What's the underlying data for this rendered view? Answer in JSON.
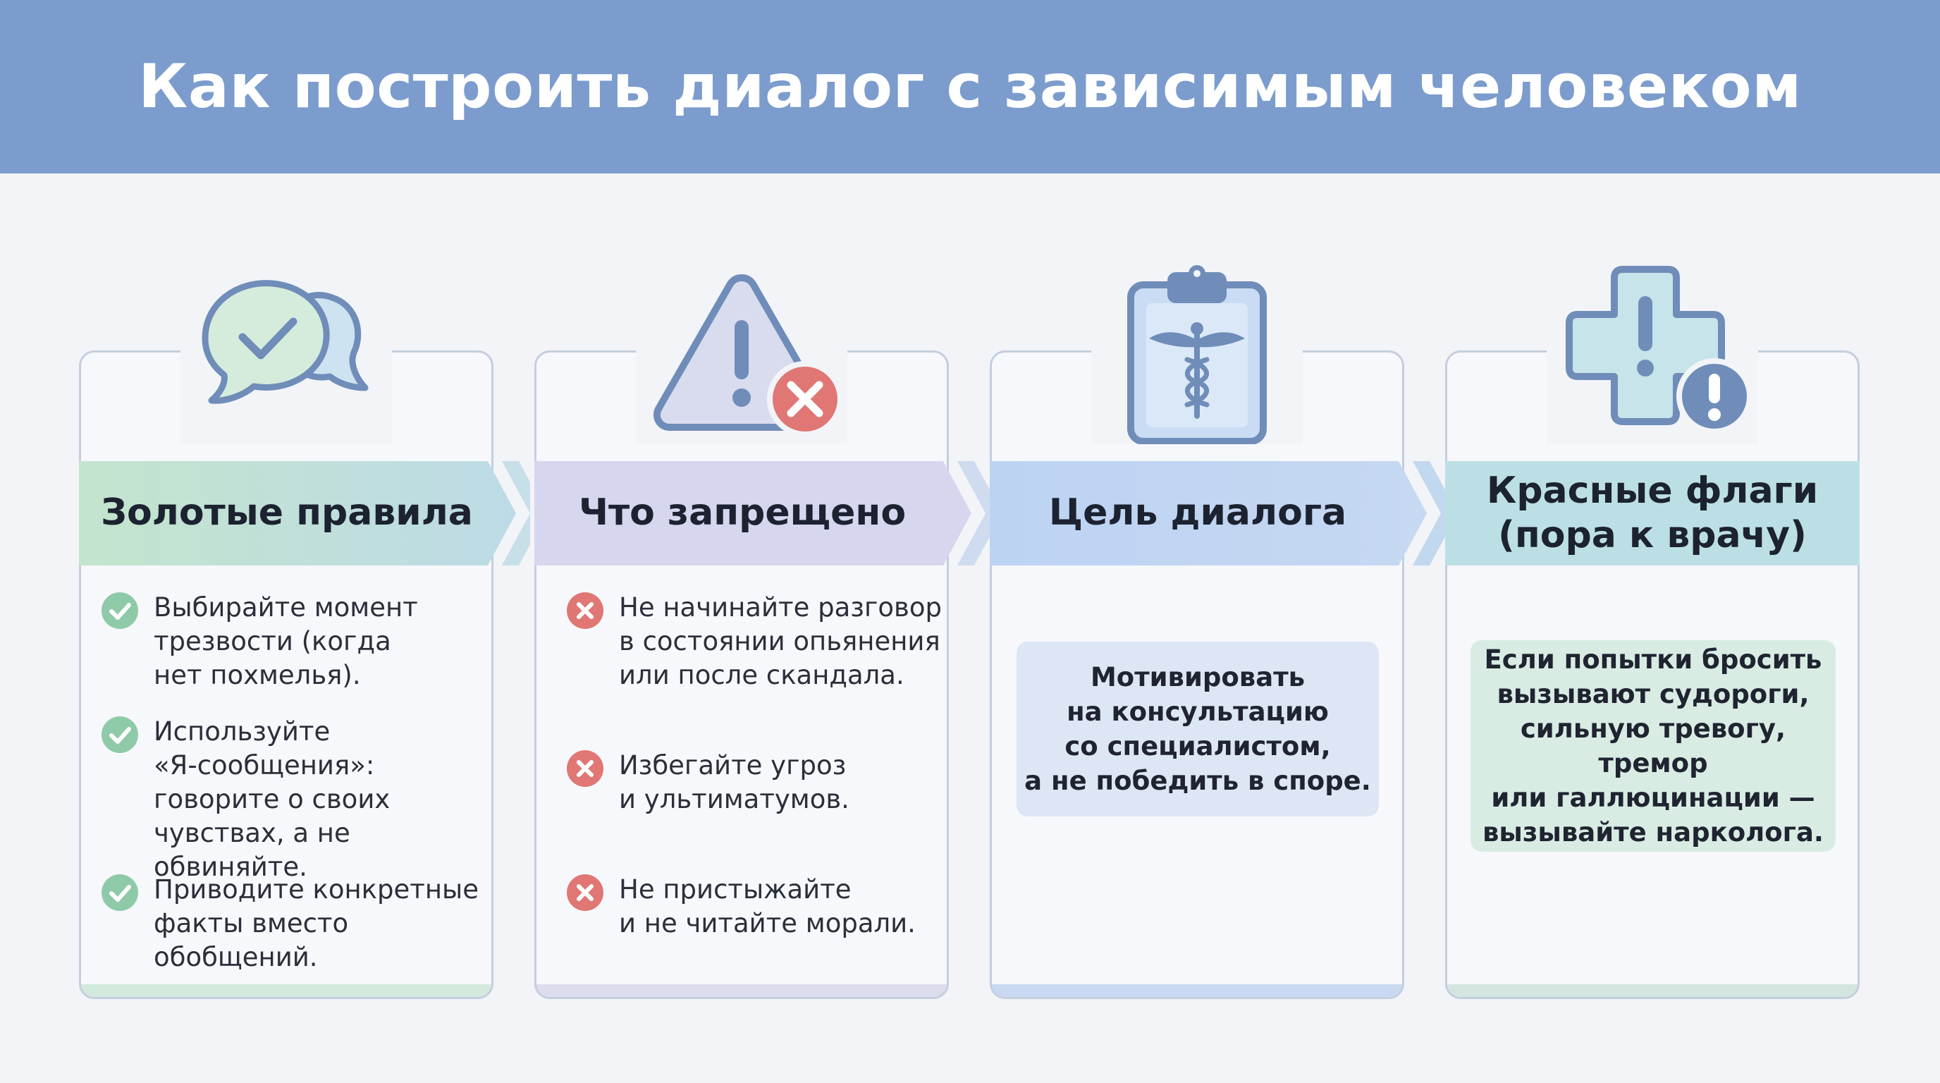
{
  "title": "Как построить диалог с зависимым человеком",
  "colors": {
    "header": "#7b9ccd",
    "icon_stroke": "#6f8db8",
    "check_green": "#8fcaa8",
    "cross_red": "#e07774",
    "banner_green": "#bfe2c9",
    "banner_lavender": "#d6d6ee",
    "banner_blue": "#bcd3f2",
    "banner_teal": "#bcdfe6"
  },
  "columns": [
    {
      "id": "golden",
      "icon": "chat-check-icon",
      "title": "Золотые правила",
      "items": [
        "Выбирайте момент\nтрезвости (когда\nнет похмелья).",
        "Используйте\n«Я-сообщения»:\nговорите о своих\nчувствах, а не обвиняйте.",
        "Приводите конкретные\nфакты вместо обобщений."
      ]
    },
    {
      "id": "forbidden",
      "icon": "warning-cross-icon",
      "title": "Что запрещено",
      "items": [
        "Не начинайте разговор\nв состоянии опьянения\nили после скандала.",
        "Избегайте угроз\nи ультиматумов.",
        "Не пристыжайте\nи не читайте морали."
      ]
    },
    {
      "id": "goal",
      "icon": "medical-clipboard-icon",
      "title": "Цель диалога",
      "note": "Мотивировать\nна консультацию\nсо специалистом,\nа не победить в споре."
    },
    {
      "id": "redflags",
      "icon": "medical-cross-alert-icon",
      "title": "Красные флаги\n(пора к врачу)",
      "note": "Если попытки бросить\nвызывают судороги,\nсильную тревогу, тремор\nили галлюцинации —\nвызывайте нарколога."
    }
  ]
}
